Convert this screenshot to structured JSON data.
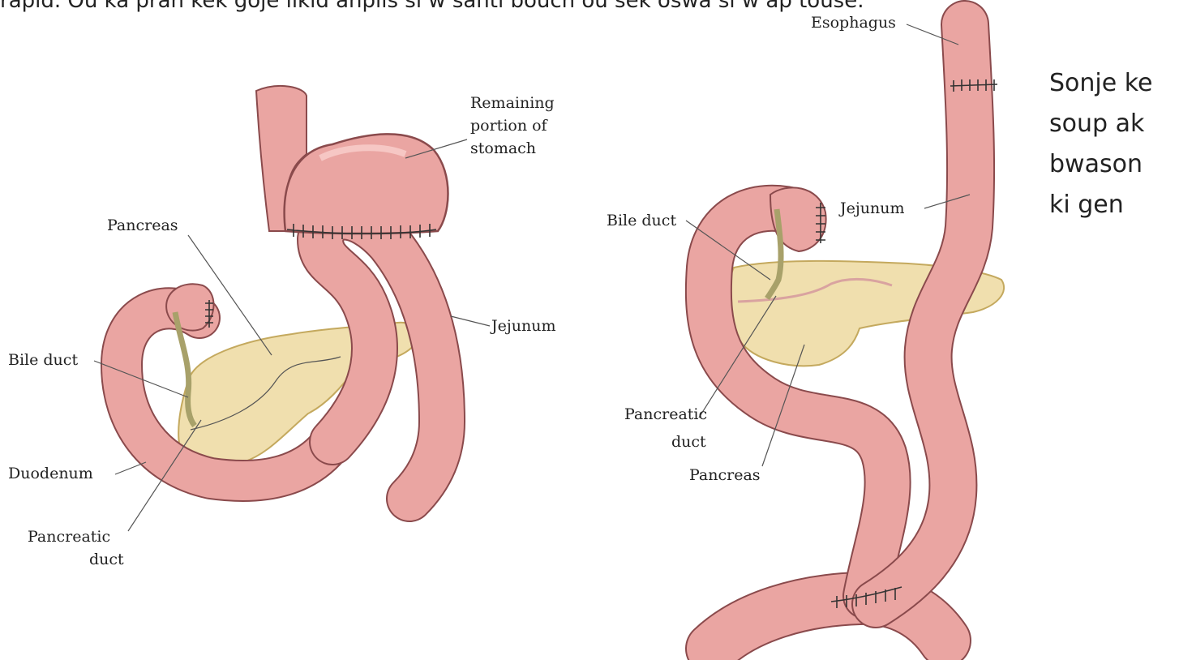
{
  "header": {
    "text": "rapid. Ou ka pran kèk gòje likid anplis si w santi bouch ou sèk oswa si w ap touse."
  },
  "side_note": {
    "lines": [
      "Sonje ke",
      "soup ak",
      "bwason",
      "ki gen"
    ]
  },
  "left_figure": {
    "labels": {
      "remaining_1": "Remaining",
      "remaining_2": "portion of",
      "remaining_3": "stomach",
      "pancreas": "Pancreas",
      "jejunum": "Jejunum",
      "bile_duct": "Bile duct",
      "duodenum": "Duodenum",
      "pancreatic_1": "Pancreatic",
      "pancreatic_2": "duct"
    }
  },
  "right_figure": {
    "labels": {
      "esophagus": "Esophagus",
      "jejunum": "Jejunum",
      "bile_duct": "Bile duct",
      "pancreatic_1": "Pancreatic",
      "pancreatic_2": "duct",
      "pancreas": "Pancreas"
    }
  },
  "colors": {
    "intestine_fill": "#eaa5a2",
    "intestine_outline": "#8a4a4c",
    "pancreas_fill": "#f0dfae",
    "pancreas_outline": "#c4a95e"
  }
}
